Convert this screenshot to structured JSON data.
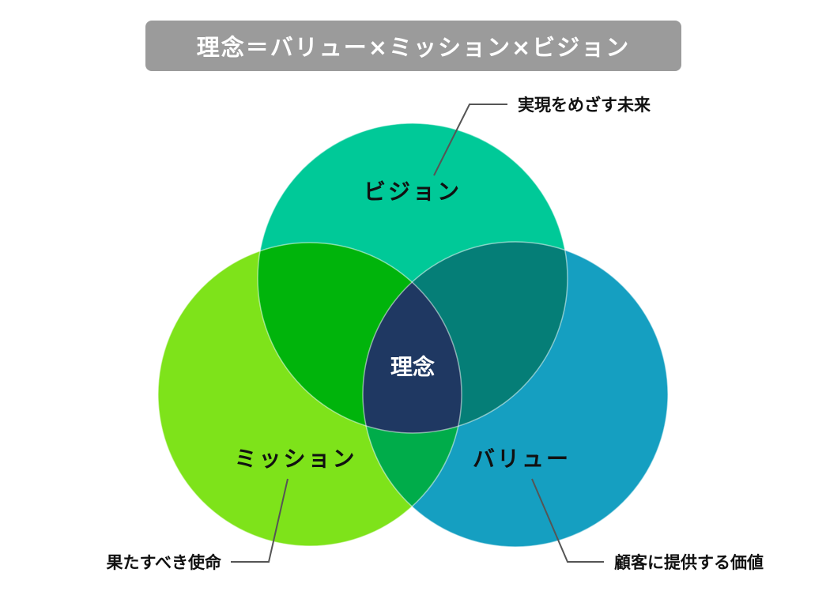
{
  "title": "理念＝バリュー×ミッション×ビジョン",
  "circles": {
    "vision": {
      "label": "ビジョン",
      "color": "#00c998"
    },
    "mission": {
      "label": "ミッション",
      "color": "#7ee31a"
    },
    "value": {
      "label": "バリュー",
      "color": "#159fc1"
    }
  },
  "overlaps": {
    "vision_mission": "#00b40b",
    "vision_value": "#057e77",
    "mission_value": "#00ac4a",
    "center": "#1f3862"
  },
  "center_label": "理念",
  "annotations": {
    "vision": "実現をめざす未来",
    "mission": "果たすべき使命",
    "value": "顧客に提供する価値"
  }
}
